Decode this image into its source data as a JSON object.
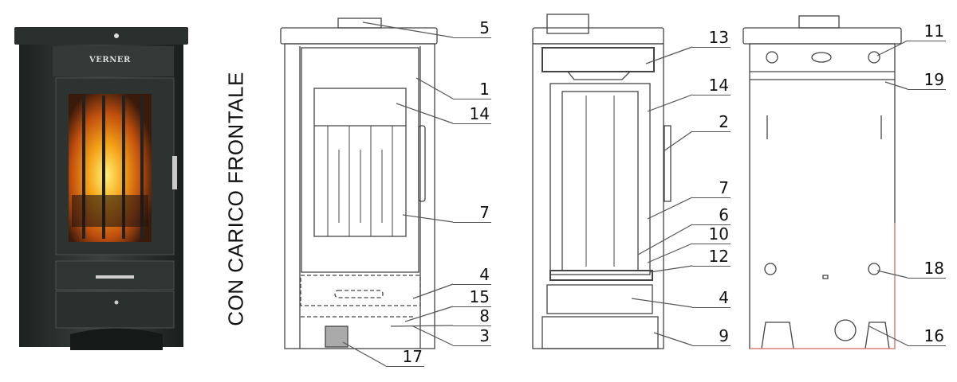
{
  "title": "CON CARICO FRONTALE",
  "logo_text": "VERNER",
  "front_view_labels": [
    "5",
    "1",
    "14",
    "7",
    "4",
    "15",
    "8",
    "3",
    "17"
  ],
  "section_view_labels": [
    "13",
    "14",
    "2",
    "7",
    "6",
    "10",
    "12",
    "4",
    "9"
  ],
  "rear_view_labels": [
    "11",
    "19",
    "18",
    "16"
  ]
}
